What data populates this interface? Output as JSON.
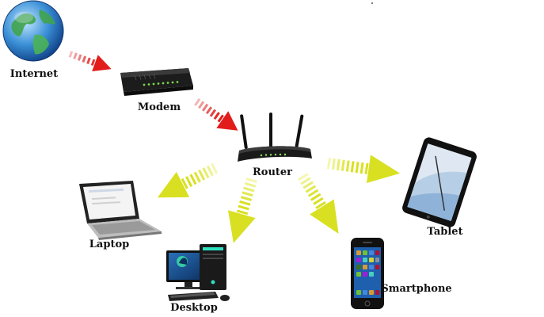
{
  "nodes": {
    "internet": {
      "label": "Internet",
      "icon": "globe-icon"
    },
    "modem": {
      "label": "Modem",
      "icon": "modem-icon"
    },
    "router": {
      "label": "Router",
      "icon": "router-icon"
    },
    "laptop": {
      "label": "Laptop",
      "icon": "laptop-icon"
    },
    "desktop": {
      "label": "Desktop",
      "icon": "desktop-computer-icon"
    },
    "smartphone": {
      "label": "Smartphone",
      "icon": "smartphone-icon"
    },
    "tablet": {
      "label": "Tablet",
      "icon": "tablet-icon"
    }
  },
  "colors": {
    "upstream_arrow": "#e21b1b",
    "downstream_arrow": "#d9e021"
  }
}
